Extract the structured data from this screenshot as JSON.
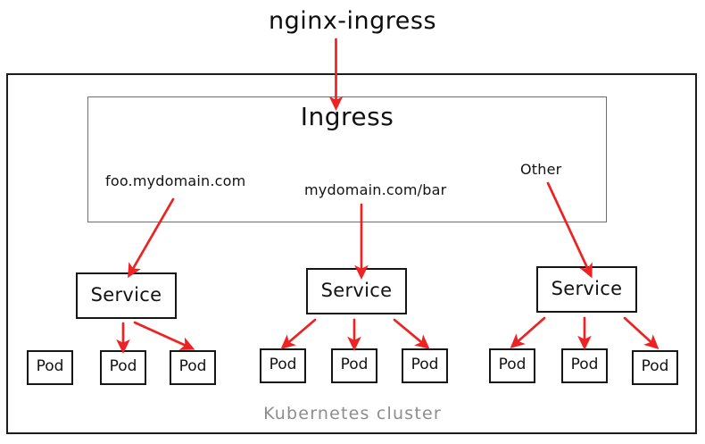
{
  "diagram": {
    "title": "nginx-ingress",
    "cluster_label": "Kubernetes cluster",
    "accent_color": "#ee2222",
    "border_color": "#161616",
    "cluster_label_color": "#8d8d8d"
  },
  "ingress": {
    "label": "Ingress",
    "rules": [
      {
        "label": "foo.mydomain.com"
      },
      {
        "label": "mydomain.com/bar"
      },
      {
        "label": "Other"
      }
    ]
  },
  "services": [
    {
      "label": "Service",
      "pods": [
        {
          "label": "Pod"
        },
        {
          "label": "Pod"
        },
        {
          "label": "Pod"
        }
      ]
    },
    {
      "label": "Service",
      "pods": [
        {
          "label": "Pod"
        },
        {
          "label": "Pod"
        },
        {
          "label": "Pod"
        }
      ]
    },
    {
      "label": "Service",
      "pods": [
        {
          "label": "Pod"
        },
        {
          "label": "Pod"
        },
        {
          "label": "Pod"
        }
      ]
    }
  ]
}
